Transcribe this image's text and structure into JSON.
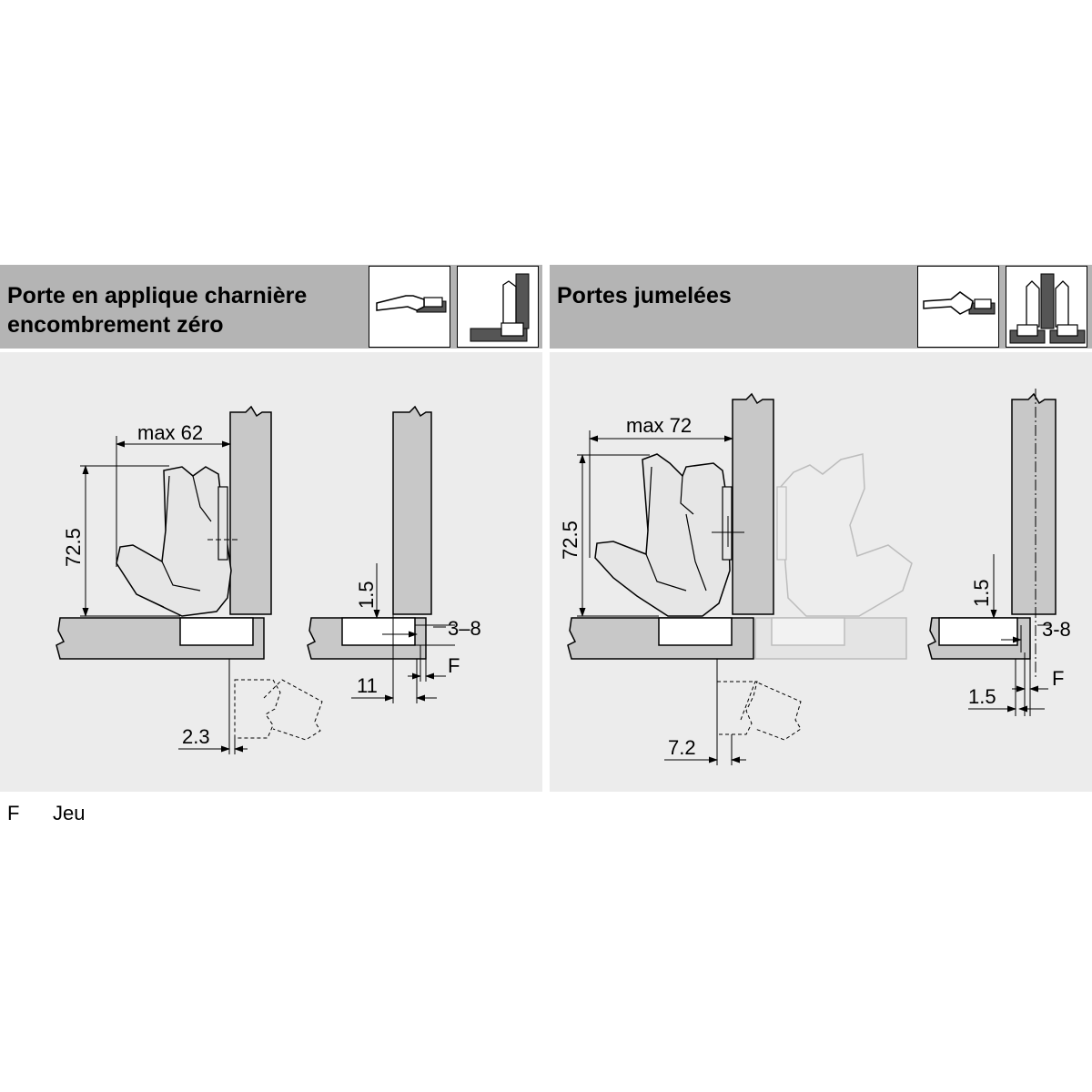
{
  "panels": [
    {
      "title_line1": "Porte en applique charnière",
      "title_line2": "encombrement zéro",
      "dims": {
        "max_width": "max 62",
        "height": "72.5",
        "side_gap": "1.5",
        "gap_range": "3–8",
        "gap_label": "F",
        "depth": "11",
        "offset": "2.3"
      }
    },
    {
      "title_line1": "Portes jumelées",
      "dims": {
        "max_width": "max 72",
        "height": "72.5",
        "side_gap": "1.5",
        "gap_range": "3-8",
        "gap_label": "F",
        "bottom_gap": "1.5",
        "offset": "7.2"
      }
    }
  ],
  "legend": {
    "key": "F",
    "value": "Jeu"
  },
  "colors": {
    "header": "#b4b4b4",
    "body": "#ececec",
    "board": "#c8c8c8",
    "hinge": "#e6e6e6"
  }
}
